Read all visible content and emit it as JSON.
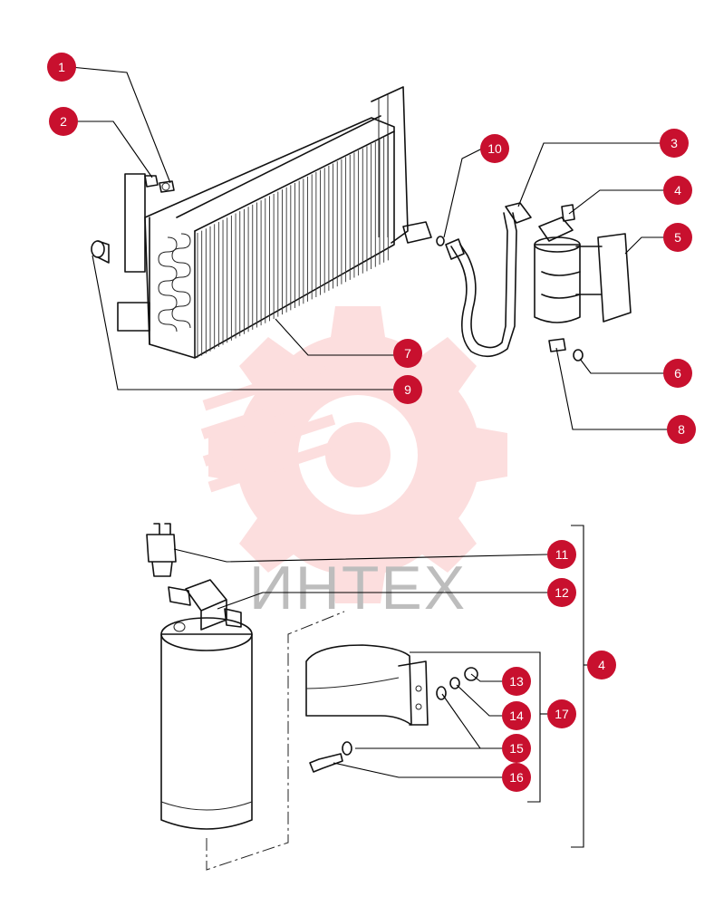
{
  "watermark": {
    "text": "ИНТЕХ",
    "color": "#f26b6b"
  },
  "callout_color": "#c8102e",
  "callouts": [
    {
      "id": "callout-1",
      "label": "1"
    },
    {
      "id": "callout-2",
      "label": "2"
    },
    {
      "id": "callout-3",
      "label": "3"
    },
    {
      "id": "callout-4-top",
      "label": "4"
    },
    {
      "id": "callout-5",
      "label": "5"
    },
    {
      "id": "callout-6",
      "label": "6"
    },
    {
      "id": "callout-7",
      "label": "7"
    },
    {
      "id": "callout-8",
      "label": "8"
    },
    {
      "id": "callout-9",
      "label": "9"
    },
    {
      "id": "callout-10",
      "label": "10"
    },
    {
      "id": "callout-11",
      "label": "11"
    },
    {
      "id": "callout-12",
      "label": "12"
    },
    {
      "id": "callout-13",
      "label": "13"
    },
    {
      "id": "callout-14",
      "label": "14"
    },
    {
      "id": "callout-15",
      "label": "15"
    },
    {
      "id": "callout-16",
      "label": "16"
    },
    {
      "id": "callout-17",
      "label": "17"
    },
    {
      "id": "callout-4-bottom",
      "label": "4"
    }
  ]
}
